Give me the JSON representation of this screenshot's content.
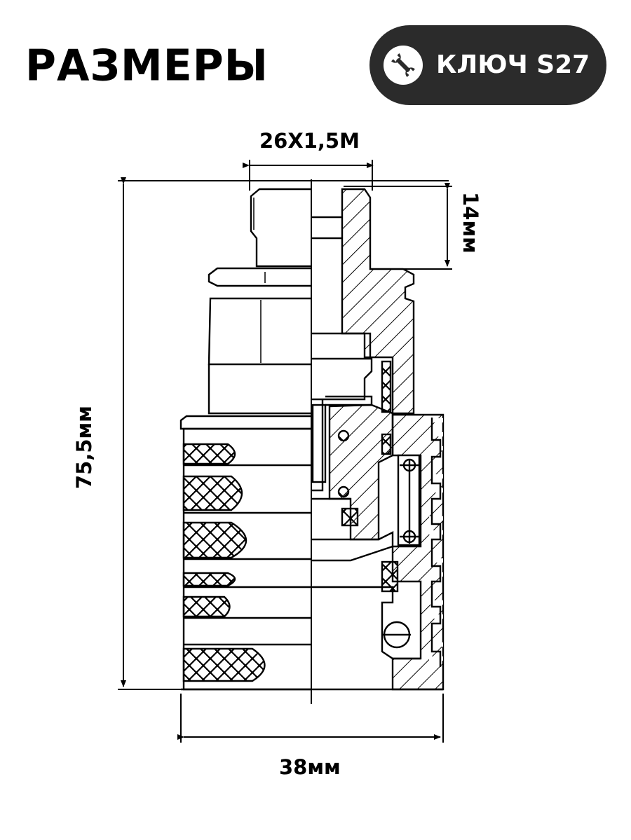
{
  "header": {
    "title": "РАЗМЕРЫ",
    "badge_label": "КЛЮЧ S27",
    "badge_icon": "wrench-icon",
    "badge_color": "#2b2b2b"
  },
  "dimensions": {
    "thread": "26Х1,5М",
    "thread_length": "14мм",
    "total_height": "75,5мм",
    "outer_diameter": "38мм"
  }
}
